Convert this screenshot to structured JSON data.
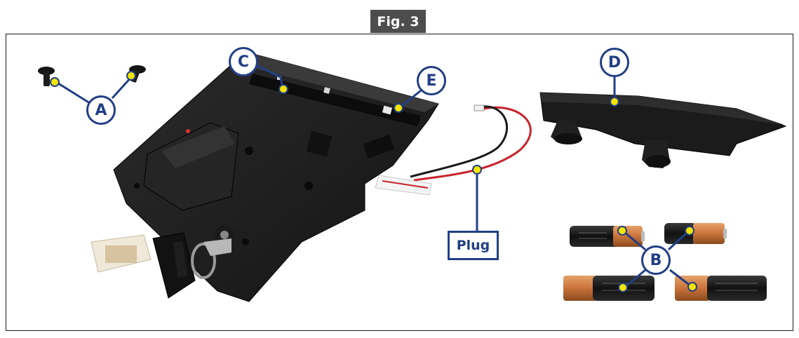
{
  "figure": {
    "title": "Fig. 3"
  },
  "callouts": {
    "a": "A",
    "b": "B",
    "c": "C",
    "d": "D",
    "e": "E",
    "plug": "Plug"
  },
  "colors": {
    "callout_stroke": "#223f86",
    "callout_dot": "#f2e600",
    "title_bg": "#4d4d4d",
    "hardware": "#1b1b1b",
    "battery_copper": "#c9733a"
  }
}
